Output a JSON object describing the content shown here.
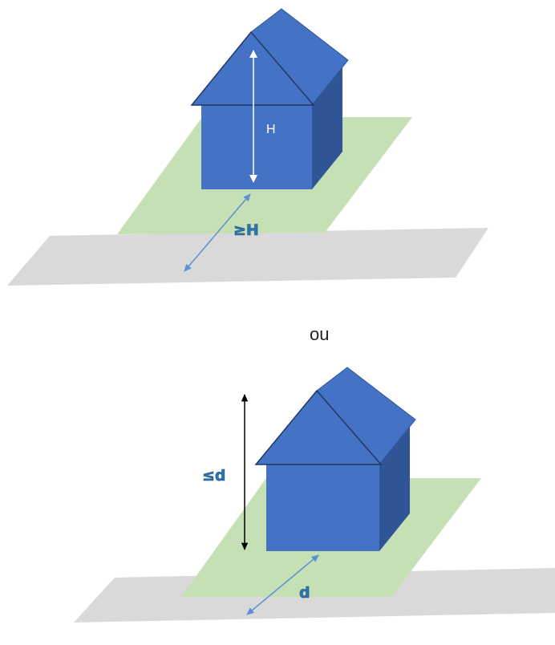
{
  "colors": {
    "roof": "#4472c4",
    "wall": "#4472c4",
    "side": "#2f5597",
    "lawn": "#c5e0b4",
    "road": "#d9d9d9",
    "arrow_blue": "#5b8fd6",
    "arrow_black": "#000000",
    "outline": "#1f3864"
  },
  "diagram_top": {
    "height_label": "H",
    "distance_label": "≥H"
  },
  "separator": "ou",
  "diagram_bottom": {
    "height_label": "≤d",
    "distance_label": "d"
  }
}
